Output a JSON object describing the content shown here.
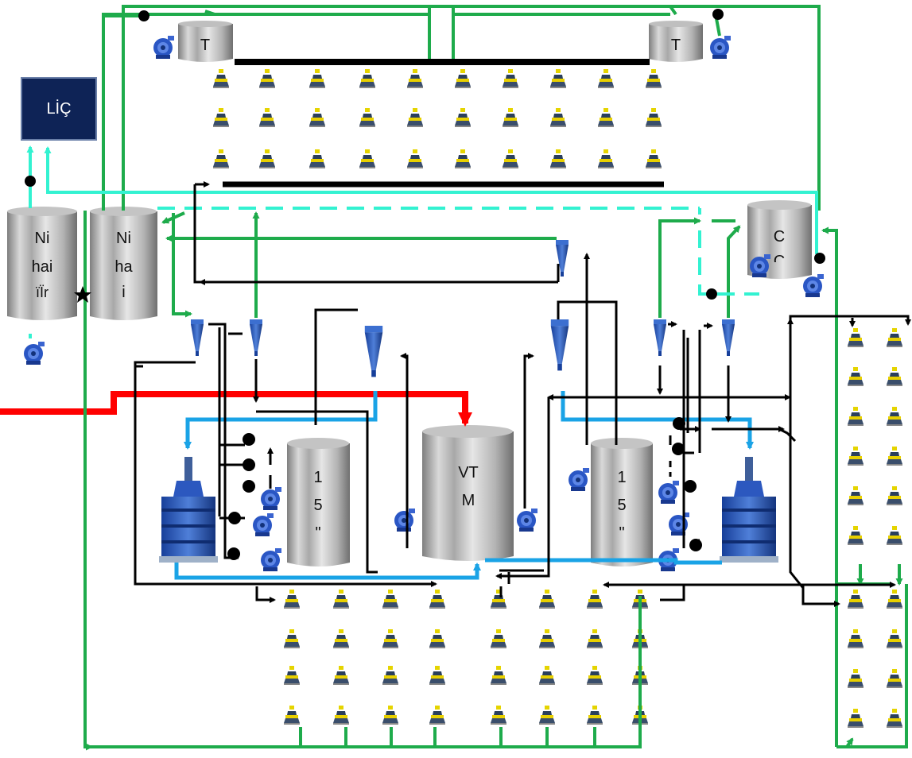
{
  "labels": {
    "lic": "LİÇ",
    "tank_top_left": "T",
    "tank_top_right": "T",
    "nihai_left": [
      "Ni",
      "hai",
      "ïÏr"
    ],
    "nihai_right": [
      "Ni",
      "ha",
      "i"
    ],
    "tank_c": [
      "C",
      "C"
    ],
    "tank_15_left": [
      "1",
      "5",
      "\""
    ],
    "vtm": [
      "VT",
      "M"
    ],
    "tank_15_right": [
      "1",
      "5",
      "\""
    ]
  },
  "colors": {
    "green": "#1eab4b",
    "cyan": "#33f2d1",
    "blue": "#1aa3e6",
    "red": "#ff0000",
    "black": "#000000",
    "navy": "#0e2356"
  },
  "icons": {
    "cell": "flotation-cell-icon",
    "pump": "slurry-pump-icon",
    "cyclone": "hydrocyclone-icon",
    "mill": "vertical-mill-icon",
    "tank": "storage-tank-icon"
  }
}
